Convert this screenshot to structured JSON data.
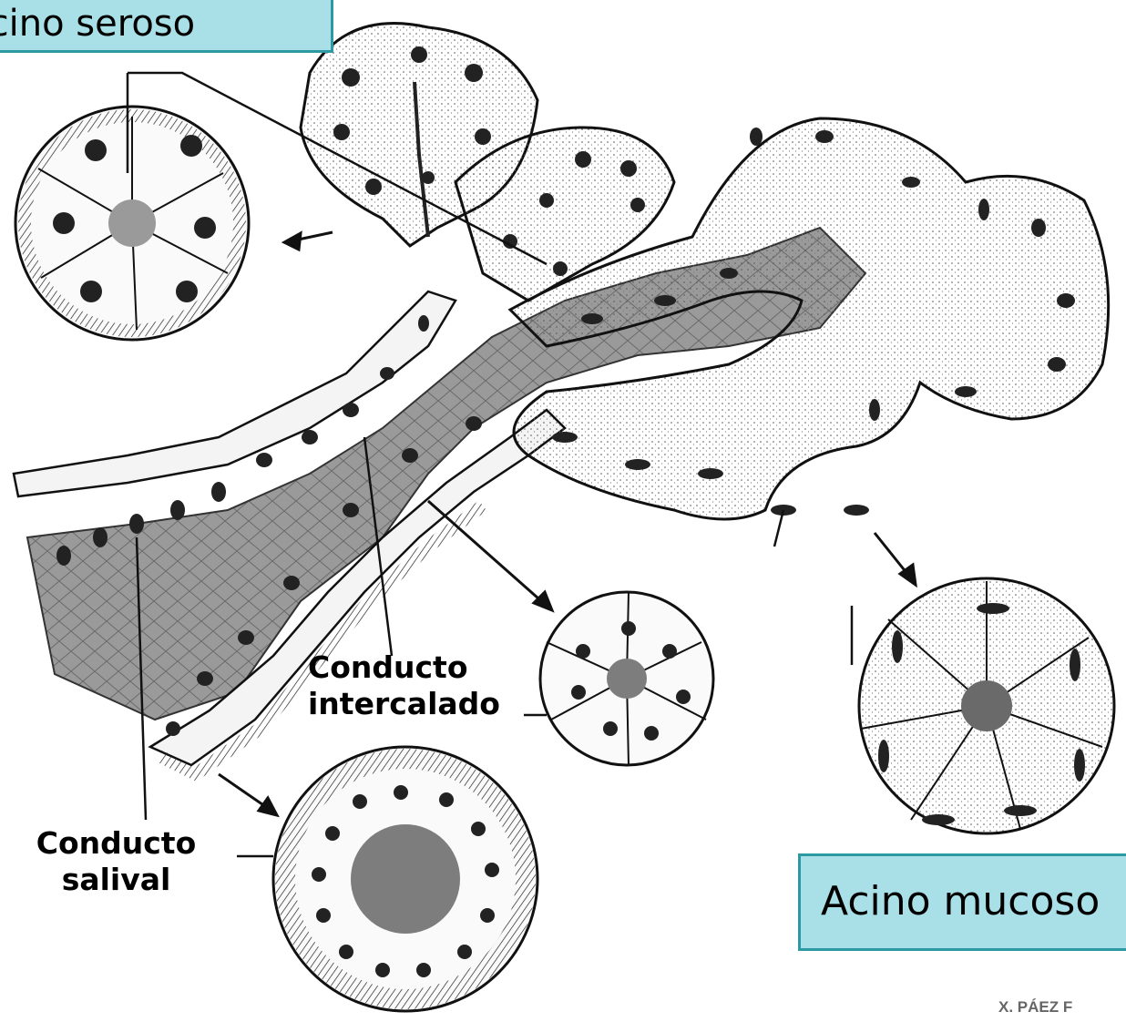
{
  "labels": {
    "acino_seroso": "Acino seroso",
    "acino_mucoso": "Acino mucoso",
    "conducto_intercalado_line1": "Conducto",
    "conducto_intercalado_line2": "intercalado",
    "conducto_salival_line1": "Conducto",
    "conducto_salival_line2": "salival"
  },
  "credit": "X. PÁEZ   F",
  "colors": {
    "label_box_fill": "#a9dfe7",
    "label_box_border": "#2d9aa3",
    "ink": "#000000",
    "lumen": "#7d7d7d"
  }
}
